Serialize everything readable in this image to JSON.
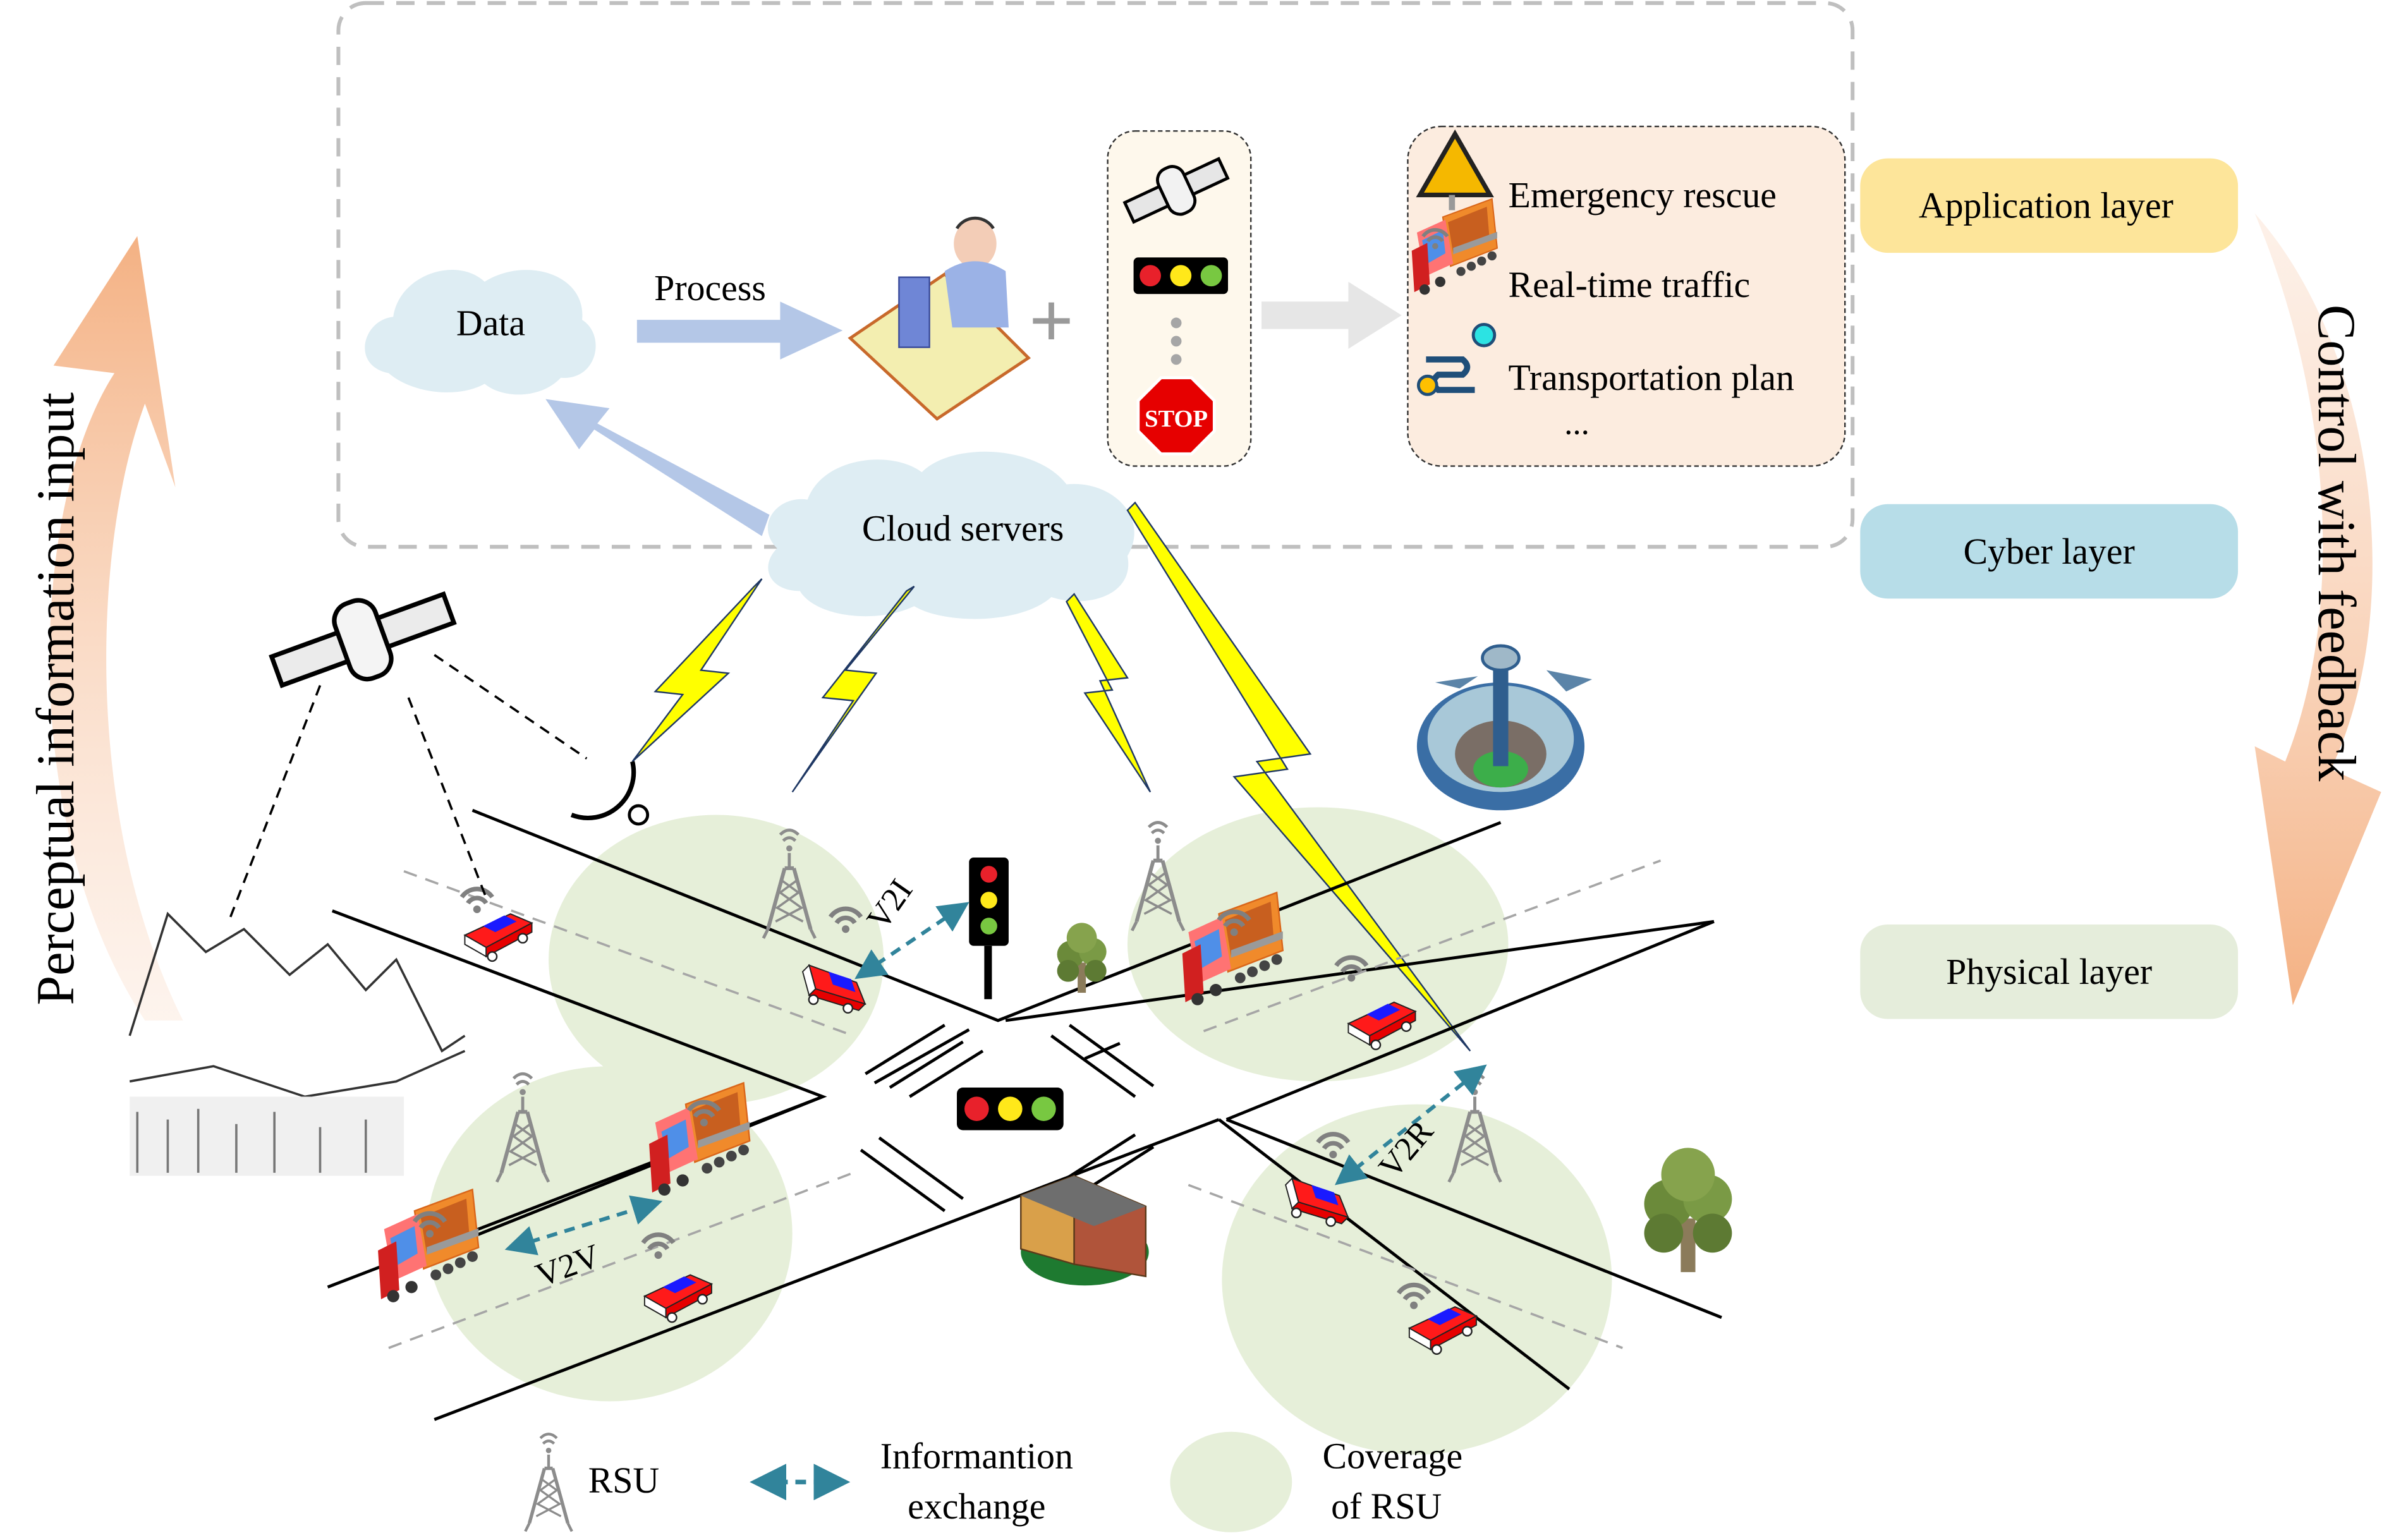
{
  "cyber_panel": {
    "data_cloud_label": "Data",
    "process_label": "Process",
    "cloud_servers_label": "Cloud servers",
    "plus_symbol": "+",
    "inputs": [
      "satellite-icon",
      "traffic-light-icon",
      "ellipsis-dots",
      "stop-sign-icon"
    ],
    "stop_sign_text": "STOP"
  },
  "applications": {
    "items": [
      {
        "icon": "road-work-sign-icon",
        "label": "Emergency rescue"
      },
      {
        "icon": "truck-icon",
        "label": "Real-time traffic"
      },
      {
        "icon": "route-map-icon",
        "label": "Transportation plan"
      }
    ],
    "ellipsis": "..."
  },
  "layers": {
    "application": {
      "label": "Application layer",
      "color": "#fde59a"
    },
    "cyber": {
      "label": "Cyber layer",
      "color": "#b7dde8"
    },
    "physical": {
      "label": "Physical layer",
      "color": "#e5eddb"
    }
  },
  "side_arrows": {
    "left": "Perceptual information input",
    "right": "Control with feedback",
    "color": "#f4b183"
  },
  "physical_scene": {
    "links": {
      "v2i": "V2I",
      "v2r": "V2R",
      "v2v": "V2V"
    },
    "colors": {
      "coverage": "#e6efd9",
      "link_arrow": "#31849b",
      "lightning": "#ffff00"
    }
  },
  "legend": {
    "rsu": "RSU",
    "exchange_line1": "Informantion",
    "exchange_line2": "exchange",
    "coverage_line1": "Coverage",
    "coverage_line2": "of RSU"
  }
}
